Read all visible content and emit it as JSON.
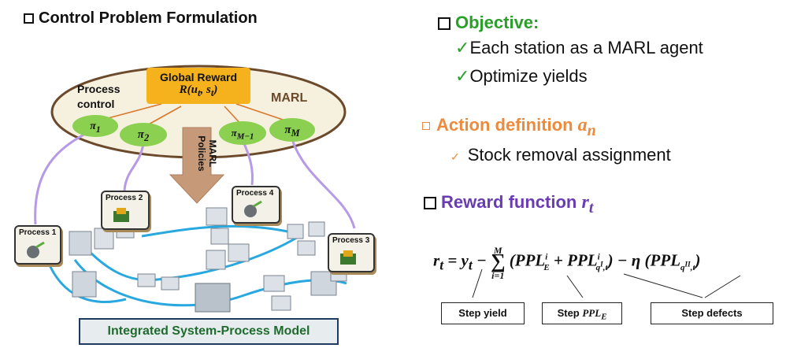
{
  "left": {
    "heading": "Control Problem Formulation",
    "ellipse": {
      "process_control": "Process\ncontrol",
      "marl": "MARL",
      "global_reward_label": "Global Reward",
      "global_reward_formula": "R(u_t, s_t)",
      "policies": [
        "π_1",
        "π_2",
        "π_{M-1}",
        "π_M"
      ],
      "arrow_label": "MARL Policies"
    },
    "processes": [
      {
        "label": "Process 1"
      },
      {
        "label": "Process 2"
      },
      {
        "label": "Process 3"
      },
      {
        "label": "Process 4"
      }
    ],
    "model_label": "Integrated System-Process Model"
  },
  "right": {
    "objective": {
      "title": "Objective:",
      "items": [
        "Each station as a MARL agent",
        "Optimize yields"
      ],
      "color": "#2aa02a"
    },
    "action": {
      "title": "Action definition",
      "symbol": "a_n",
      "item": "Stock removal assignment",
      "color": "#ed8a3c"
    },
    "reward": {
      "title": "Reward function",
      "symbol": "r_t",
      "color": "#6a3cb4",
      "labels": [
        "Step yield",
        "Step PPL_E",
        "Step defects"
      ]
    }
  },
  "colors": {
    "ellipse_fill": "#f6f0df",
    "ellipse_border": "#6b4a2b",
    "policy_green": "#8bd050",
    "reward_orange": "#f5b21d",
    "link_purple": "#b79ae6",
    "conveyor_blue": "#29a8e0",
    "arrow_brown": "#c69a78"
  }
}
